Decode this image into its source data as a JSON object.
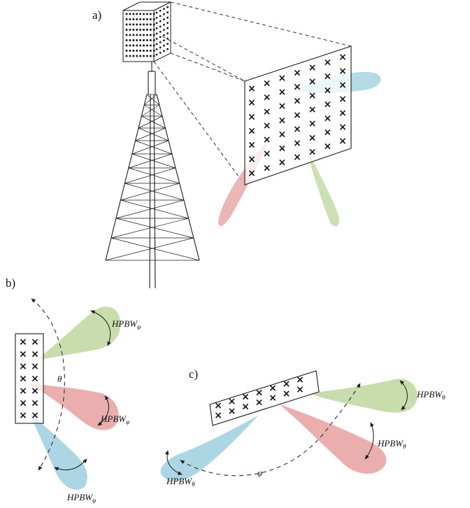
{
  "panels": {
    "a": "a)",
    "b": "b)",
    "c": "c)"
  },
  "labels": {
    "theta": "θ",
    "phi": "φ",
    "hpbw_base": "HPBW",
    "sub_phi": "φ",
    "sub_theta": "θ"
  },
  "colors": {
    "green": "#c9dcae",
    "red": "#eaaeae",
    "blue": "#acd6e3",
    "line": "#1a1a1a"
  }
}
